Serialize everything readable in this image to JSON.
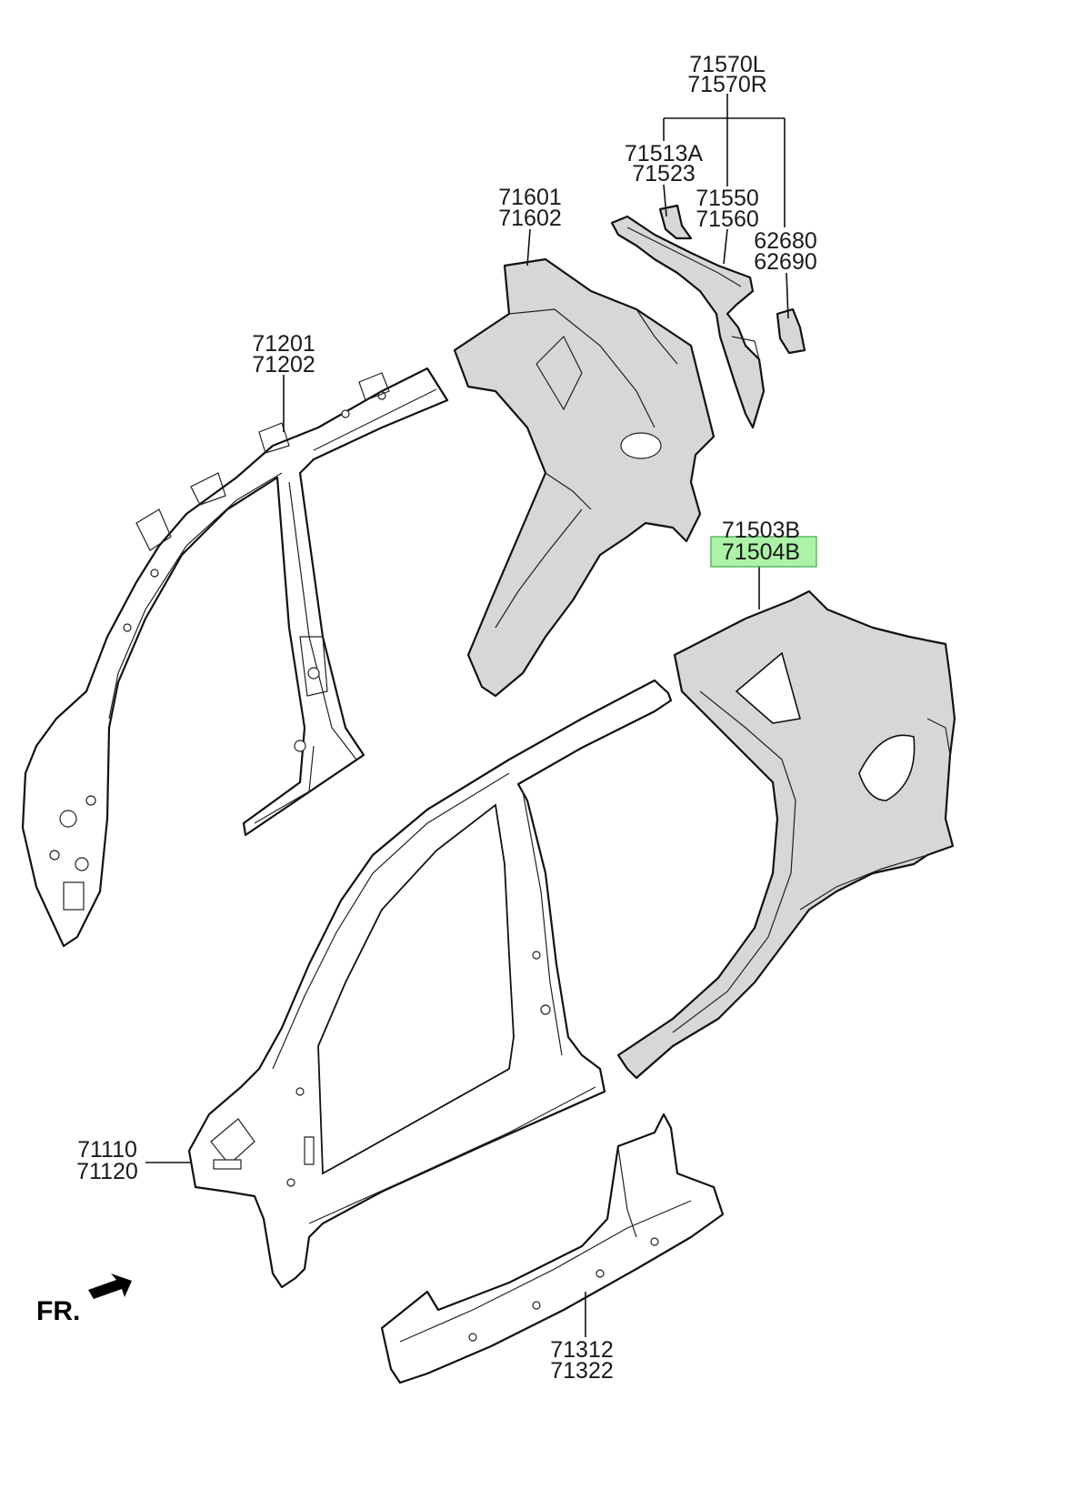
{
  "callouts": [
    {
      "id": "c-71570",
      "lines": [
        "71570L",
        "71570R"
      ],
      "highlighted": false
    },
    {
      "id": "c-71513",
      "lines": [
        "71513A",
        "71523"
      ],
      "highlighted": false
    },
    {
      "id": "c-71550",
      "lines": [
        "71550",
        "71560"
      ],
      "highlighted": false
    },
    {
      "id": "c-62680",
      "lines": [
        "62680",
        "62690"
      ],
      "highlighted": false
    },
    {
      "id": "c-71601",
      "lines": [
        "71601",
        "71602"
      ],
      "highlighted": false
    },
    {
      "id": "c-71201",
      "lines": [
        "71201",
        "71202"
      ],
      "highlighted": false
    },
    {
      "id": "c-71503",
      "lines": [
        "71503B",
        "71504B"
      ],
      "highlighted": true,
      "highlighted_line": 1
    },
    {
      "id": "c-71110",
      "lines": [
        "71110",
        "71120"
      ],
      "highlighted": false
    },
    {
      "id": "c-71312",
      "lines": [
        "71312",
        "71322"
      ],
      "highlighted": false
    }
  ],
  "orientation": {
    "label": "FR.",
    "icon": "arrow-forward-icon"
  },
  "colors": {
    "highlight": "#9ef29a",
    "part_shade": "#d7d7d7",
    "line": "#111111"
  }
}
